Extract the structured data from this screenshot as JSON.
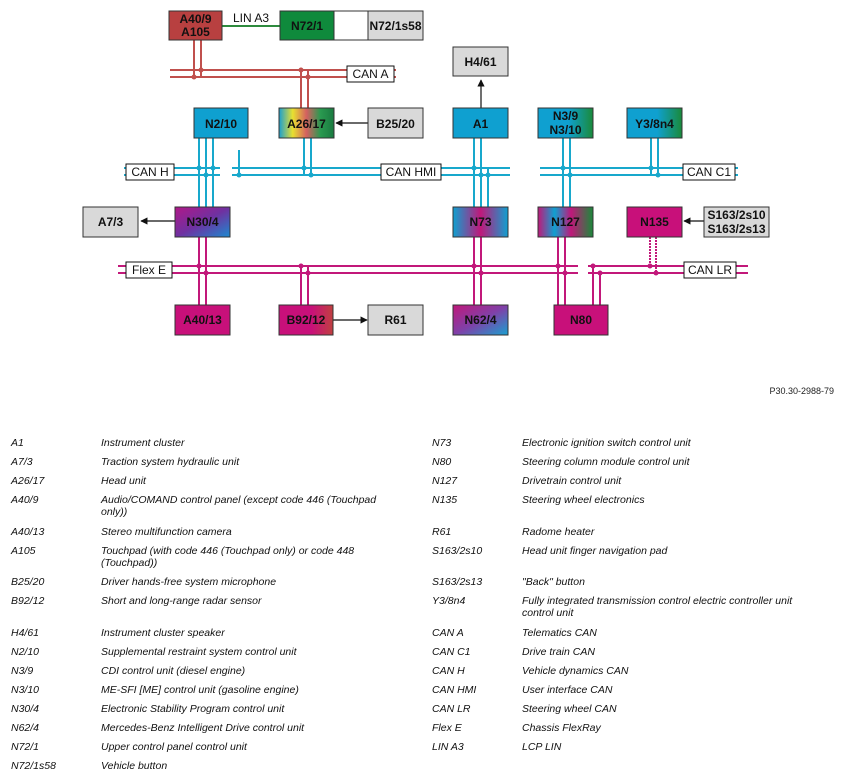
{
  "colors": {
    "can_red": "#c0504d",
    "can_blue": "#18a8cc",
    "can_magenta": "#c2187a",
    "lin_green": "#2e8b3e",
    "grey_box": "#d9d9d9",
    "green": "#0f8a3c",
    "blue": "#0fa0d0",
    "magenta": "#c8107a",
    "red": "#b83c3c"
  },
  "nodes": [
    {
      "id": "A40/9-A105",
      "lines": [
        "A40/9",
        "A105"
      ],
      "fill": "red"
    },
    {
      "id": "N72/1",
      "lines": [
        "N72/1"
      ],
      "fill": "green"
    },
    {
      "id": "N72/1s58",
      "lines": [
        "N72/1s58"
      ],
      "fill": "grey"
    },
    {
      "id": "H4/61",
      "lines": [
        "H4/61"
      ],
      "fill": "grey"
    },
    {
      "id": "N2/10",
      "lines": [
        "N2/10"
      ],
      "fill": "blue"
    },
    {
      "id": "A26/17",
      "lines": [
        "A26/17"
      ],
      "fill": "multi_a26"
    },
    {
      "id": "B25/20",
      "lines": [
        "B25/20"
      ],
      "fill": "grey"
    },
    {
      "id": "A1",
      "lines": [
        "A1"
      ],
      "fill": "blue"
    },
    {
      "id": "N3/9-N3/10",
      "lines": [
        "N3/9",
        "N3/10"
      ],
      "fill": "blue_green"
    },
    {
      "id": "Y3/8n4",
      "lines": [
        "Y3/8n4"
      ],
      "fill": "blue_green"
    },
    {
      "id": "A7/3",
      "lines": [
        "A7/3"
      ],
      "fill": "grey"
    },
    {
      "id": "N30/4",
      "lines": [
        "N30/4"
      ],
      "fill": "magenta_blue"
    },
    {
      "id": "N73",
      "lines": [
        "N73"
      ],
      "fill": "multi_n73"
    },
    {
      "id": "N127",
      "lines": [
        "N127"
      ],
      "fill": "multi_n127"
    },
    {
      "id": "N135",
      "lines": [
        "N135"
      ],
      "fill": "magenta"
    },
    {
      "id": "S163",
      "lines": [
        "S163/2s10",
        "S163/2s13"
      ],
      "fill": "grey"
    },
    {
      "id": "A40/13",
      "lines": [
        "A40/13"
      ],
      "fill": "magenta"
    },
    {
      "id": "B92/12",
      "lines": [
        "B92/12"
      ],
      "fill": "magenta_red"
    },
    {
      "id": "R61",
      "lines": [
        "R61"
      ],
      "fill": "grey"
    },
    {
      "id": "N62/4",
      "lines": [
        "N62/4"
      ],
      "fill": "multi_n62"
    },
    {
      "id": "N80",
      "lines": [
        "N80"
      ],
      "fill": "magenta"
    }
  ],
  "bus_labels": {
    "lin_a3": "LIN A3",
    "can_a": "CAN A",
    "can_h": "CAN H",
    "can_hmi": "CAN HMI",
    "can_c1": "CAN C1",
    "flex_e": "Flex E",
    "can_lr": "CAN LR"
  },
  "figure_ref": "P30.30-2988-79",
  "legend_left": [
    {
      "code": "A1",
      "desc": "Instrument cluster"
    },
    {
      "code": "A7/3",
      "desc": "Traction system hydraulic unit"
    },
    {
      "code": "A26/17",
      "desc": "Head unit"
    },
    {
      "code": "A40/9",
      "desc": "Audio/COMAND control panel (except code 446 (Touchpad only))"
    },
    {
      "code": "A40/13",
      "desc": "Stereo multifunction camera"
    },
    {
      "code": "A105",
      "desc": "Touchpad (with code 446 (Touchpad only) or code 448 (Touchpad))"
    },
    {
      "code": "B25/20",
      "desc": "Driver hands-free system microphone"
    },
    {
      "code": "B92/12",
      "desc": "Short and long-range radar sensor"
    },
    {
      "code": "H4/61",
      "desc": "Instrument cluster speaker"
    },
    {
      "code": "N2/10",
      "desc": "Supplemental restraint system control unit"
    },
    {
      "code": "N3/9",
      "desc": "CDI control unit (diesel engine)"
    },
    {
      "code": "N3/10",
      "desc": "ME-SFI [ME] control unit (gasoline engine)"
    },
    {
      "code": "N30/4",
      "desc": "Electronic Stability Program control unit"
    },
    {
      "code": "N62/4",
      "desc": "Mercedes-Benz Intelligent Drive control unit"
    },
    {
      "code": "N72/1",
      "desc": "Upper control panel control unit"
    },
    {
      "code": "N72/1s58",
      "desc": "Vehicle button"
    }
  ],
  "legend_right": [
    {
      "code": "N73",
      "desc": "Electronic ignition switch control unit"
    },
    {
      "code": "N80",
      "desc": "Steering column module control unit"
    },
    {
      "code": "N127",
      "desc": "Drivetrain control unit"
    },
    {
      "code": "N135",
      "desc": "Steering wheel electronics"
    },
    {
      "code": "R61",
      "desc": "Radome heater"
    },
    {
      "code": "S163/2s10",
      "desc": "Head unit finger navigation pad"
    },
    {
      "code": "S163/2s13",
      "desc": "\"Back\" button"
    },
    {
      "code": "Y3/8n4",
      "desc": "Fully integrated transmission control electric controller unit control unit"
    },
    {
      "code": "CAN A",
      "desc": "Telematics CAN"
    },
    {
      "code": "CAN C1",
      "desc": "Drive train CAN"
    },
    {
      "code": "CAN H",
      "desc": "Vehicle dynamics CAN"
    },
    {
      "code": "CAN HMI",
      "desc": "User interface CAN"
    },
    {
      "code": "CAN LR",
      "desc": "Steering wheel CAN"
    },
    {
      "code": "Flex E",
      "desc": "Chassis FlexRay"
    },
    {
      "code": "LIN A3",
      "desc": "LCP LIN"
    }
  ]
}
